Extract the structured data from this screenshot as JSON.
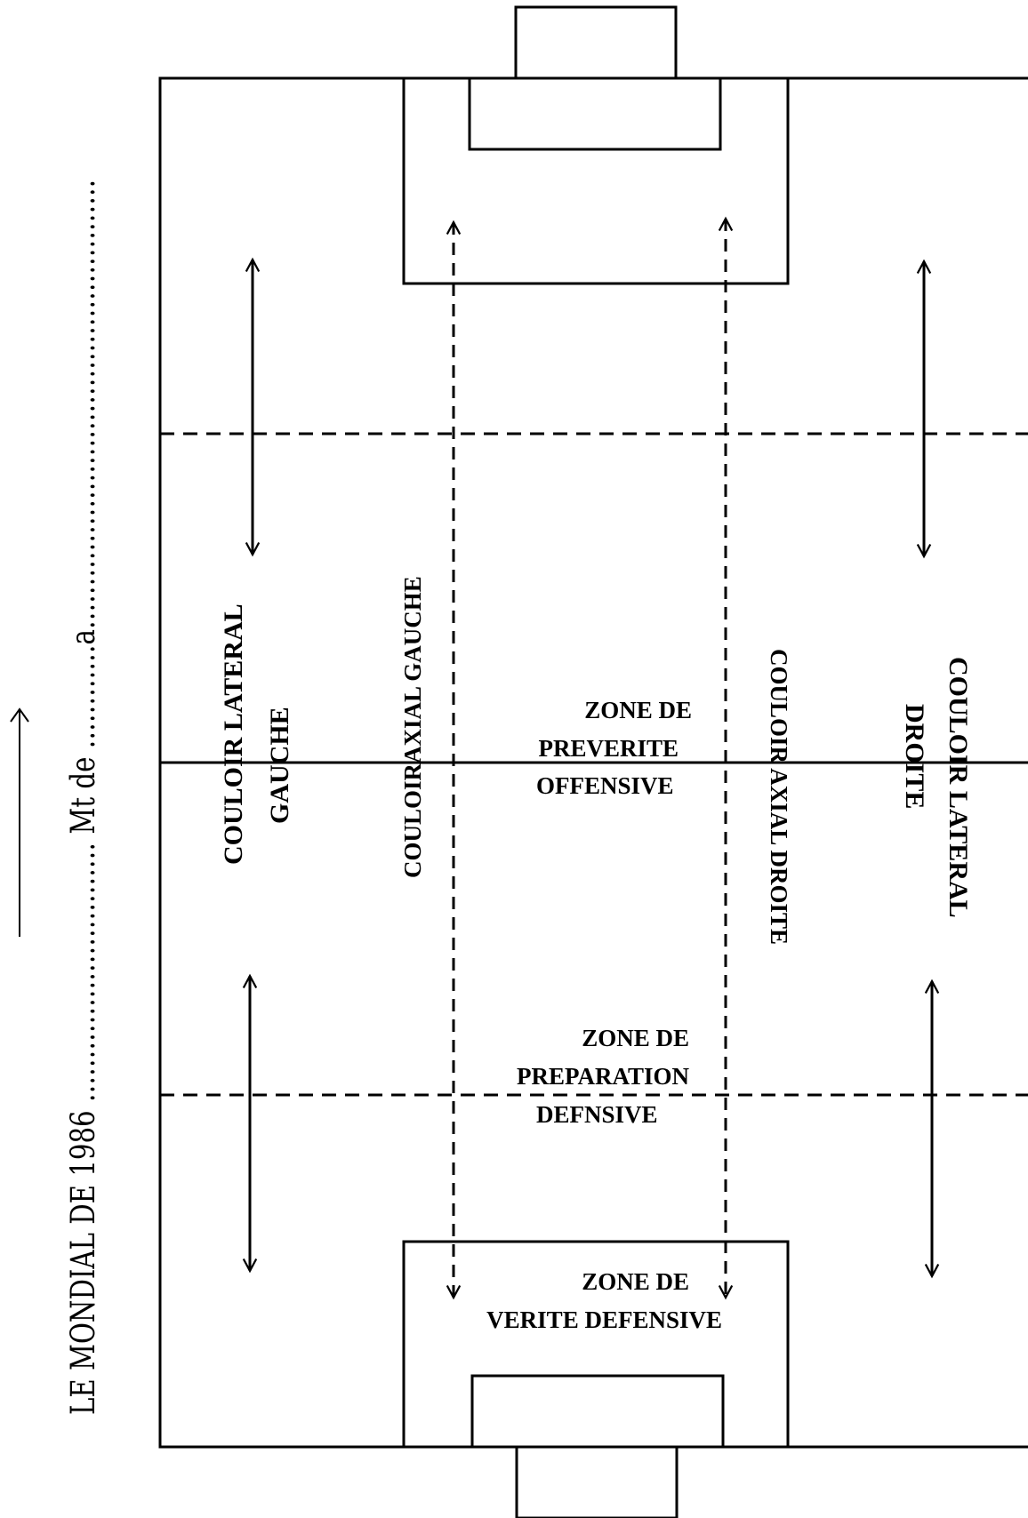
{
  "header": {
    "text": "LE MONDIAL DE 1986 ………………………… Mt de …………a……………………………………………."
  },
  "zones": {
    "preverite_offensive": [
      "ZONE DE",
      "PREVERITE",
      "OFFENSIVE"
    ],
    "preparation_defensive": [
      "ZONE DE",
      "PREPARATION",
      "DEFNSIVE"
    ],
    "verite_defensive": [
      "ZONE DE",
      "VERITE DEFENSIVE"
    ]
  },
  "corridors": {
    "lateral_gauche": [
      "COULOIR LATERAL",
      "GAUCHE"
    ],
    "axial_gauche": "COULOIRAXIAL GAUCHE",
    "axial_droite": "COULOIR AXIAL DROITE",
    "lateral_droite": [
      "COULOIR LATERAL",
      "DROITE"
    ]
  }
}
